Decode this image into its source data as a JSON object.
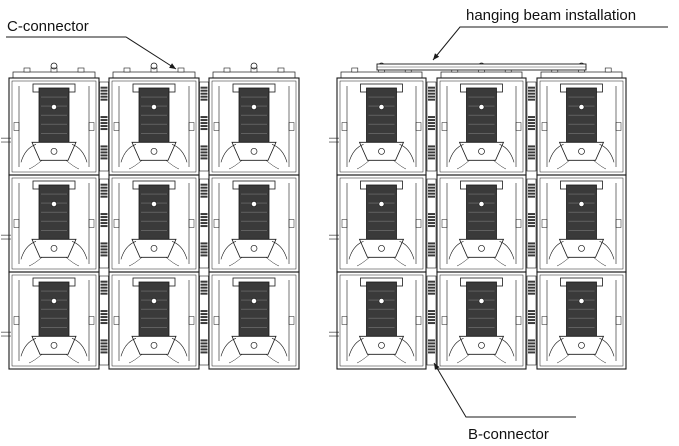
{
  "labels": {
    "c_connector": "C-connector",
    "hanging_beam": "hanging beam installation",
    "b_connector": "B-connector"
  },
  "diagram": {
    "layout_left": {
      "rows": 3,
      "columns": 3,
      "hanging_beam": false
    },
    "layout_right": {
      "rows": 3,
      "columns": 3,
      "hanging_beam": true
    },
    "colors": {
      "line": "#1a1a1a",
      "module_fill": "#3a3a3a",
      "background": "#ffffff"
    }
  }
}
